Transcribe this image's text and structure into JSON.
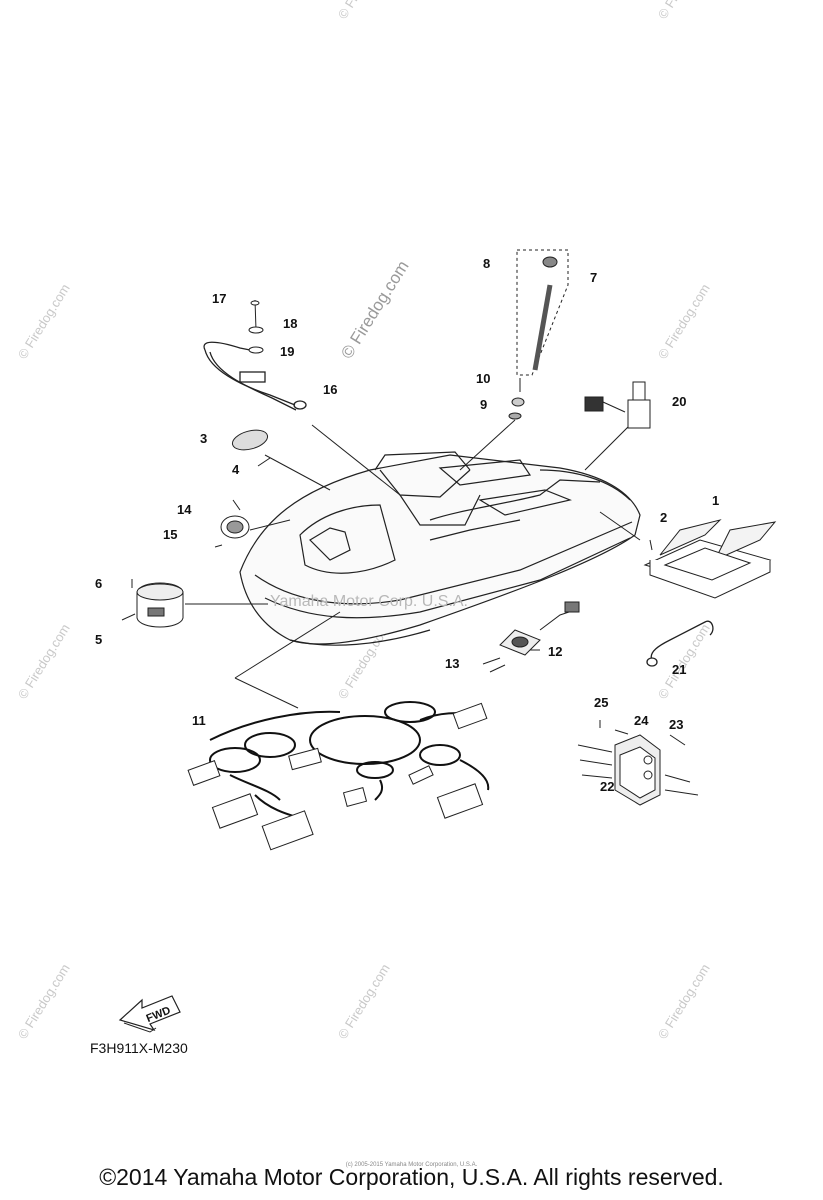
{
  "diagram": {
    "callouts": [
      "1",
      "2",
      "3",
      "4",
      "5",
      "6",
      "7",
      "8",
      "9",
      "10",
      "11",
      "12",
      "13",
      "14",
      "15",
      "16",
      "17",
      "18",
      "19",
      "20",
      "21",
      "22",
      "23",
      "24",
      "25"
    ],
    "watermark": "© Firedog.com",
    "hull_watermark": "Yamaha Motor Corp. U.S.A.",
    "figure_code": "F3H911X-M230",
    "fwd_label": "FWD"
  },
  "footer": {
    "copyright": "©2014 Yamaha Motor Corporation, U.S.A. All rights reserved.",
    "fine_print": "(c) 2005-2015 Yamaha Motor Corporation, U.S.A."
  }
}
